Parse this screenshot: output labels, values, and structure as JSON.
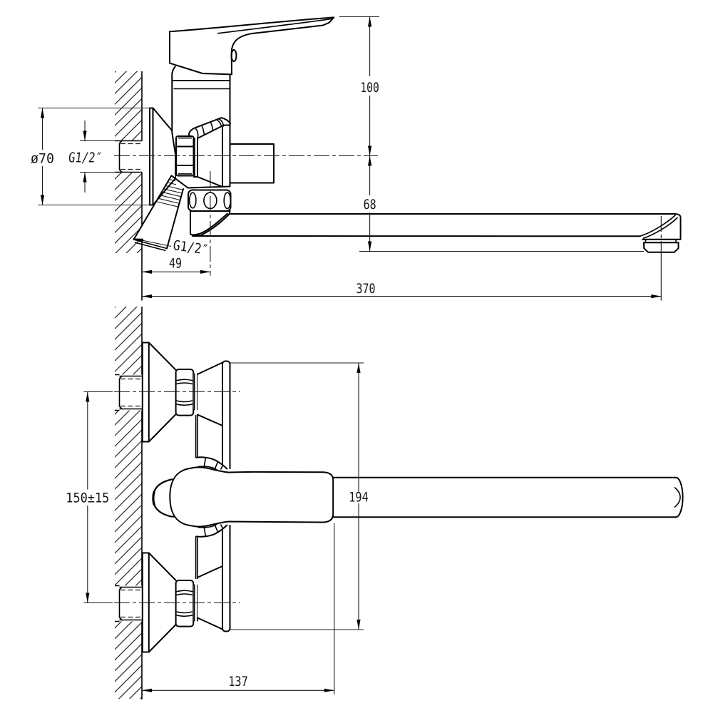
{
  "canvas": {
    "background": "#ffffff",
    "line_color": "#000000",
    "text_color": "#161616"
  },
  "drawing": {
    "type": "technical-dimension-drawing",
    "subject": "wall-mounted single-lever bath mixer with long swivel spout, two orthographic views"
  },
  "side_view": {
    "name": "side-elevation-view",
    "labels": {
      "height_handle_to_axis": "100",
      "axis_to_spout_outlet": "68",
      "overall_length": "370",
      "wall_to_diverter_axis": "49",
      "escutcheon_diameter": "ø70",
      "inlet_thread": "G1/2″",
      "shower_outlet_thread": "G1/2″"
    }
  },
  "plan_view": {
    "name": "plan-view",
    "labels": {
      "inlet_spacing": "150±15",
      "body_height": "194",
      "wall_to_handle_tip": "137"
    }
  }
}
